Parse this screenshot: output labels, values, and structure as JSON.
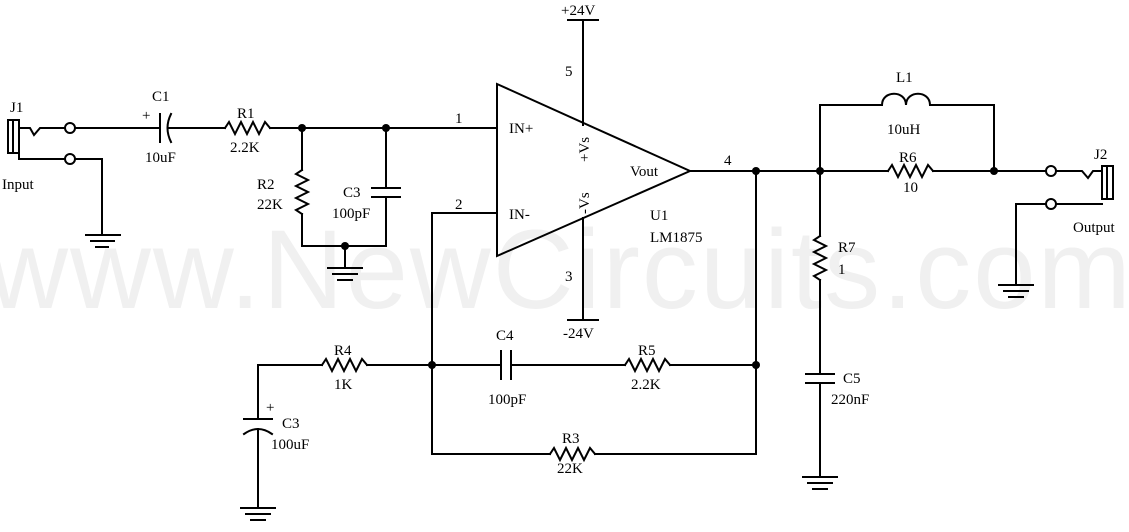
{
  "watermark": "www.NewCircuits.com",
  "supply": {
    "pos": "+24V",
    "neg": "-24V"
  },
  "pins": {
    "p1": "1",
    "p2": "2",
    "p3": "3",
    "p4": "4",
    "p5": "5"
  },
  "opamp": {
    "in_pos": "IN+",
    "in_neg": "IN-",
    "vout": "Vout",
    "vs_pos": "+Vs",
    "vs_neg": "-Vs",
    "ref": "U1",
    "part": "LM1875"
  },
  "connectors": {
    "j1": "J1",
    "j1_label": "Input",
    "j2": "J2",
    "j2_label": "Output"
  },
  "components": {
    "c1": {
      "ref": "C1",
      "value": "10uF",
      "polarity": "+"
    },
    "r1": {
      "ref": "R1",
      "value": "2.2K"
    },
    "r2": {
      "ref": "R2",
      "value": "22K"
    },
    "c3a": {
      "ref": "C3",
      "value": "100pF"
    },
    "l1": {
      "ref": "L1",
      "value": "10uH"
    },
    "r6": {
      "ref": "R6",
      "value": "10"
    },
    "r7": {
      "ref": "R7",
      "value": "1"
    },
    "c5": {
      "ref": "C5",
      "value": "220nF"
    },
    "r4": {
      "ref": "R4",
      "value": "1K"
    },
    "c4": {
      "ref": "C4",
      "value": "100pF"
    },
    "r5": {
      "ref": "R5",
      "value": "2.2K"
    },
    "r3": {
      "ref": "R3",
      "value": "22K"
    },
    "c3b": {
      "ref": "C3",
      "value": "100uF",
      "polarity": "+"
    }
  }
}
